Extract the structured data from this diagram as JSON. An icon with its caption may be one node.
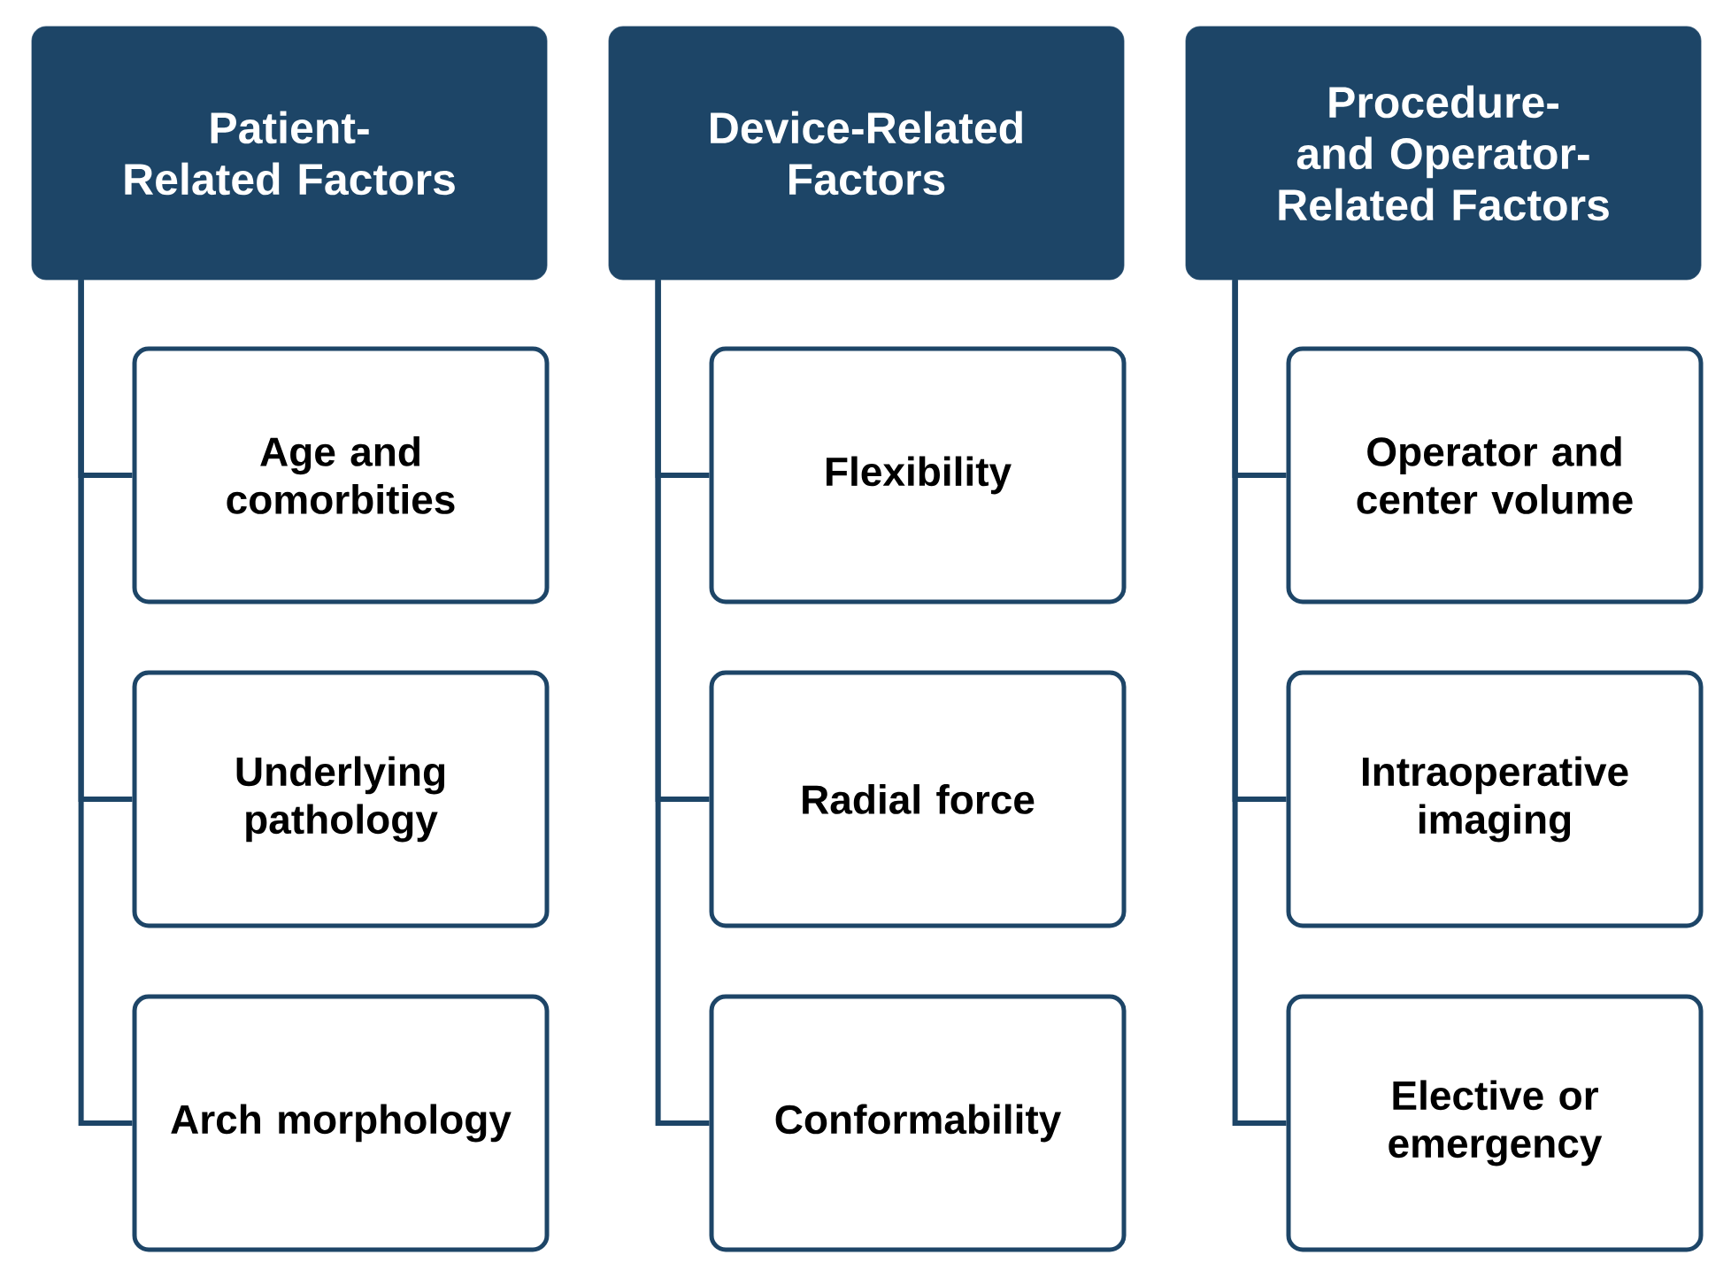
{
  "diagram": {
    "nodes": [
      {
        "text": [
          "Patient-Related Factors"
        ]
      },
      {
        "text": [
          "Age and comorbities"
        ]
      },
      {
        "text": [
          "Underlying pathology"
        ]
      },
      {
        "text": [
          "Arch morphology"
        ]
      },
      {
        "text": [
          "Device-Related Factors"
        ]
      },
      {
        "text": [
          "Flexibility"
        ]
      },
      {
        "text": [
          "Radial force"
        ]
      },
      {
        "text": [
          "Conformability"
        ]
      },
      {
        "text": [
          "Procedure- and Operator-Related Factors"
        ]
      },
      {
        "text": [
          "Operator and center volume"
        ]
      },
      {
        "text": [
          "Intraoperative imaging"
        ]
      },
      {
        "text": [
          "Elective or emergency"
        ]
      }
    ],
    "edges": [
      {
        "from": 0,
        "to": 1,
        "arrow": "none"
      },
      {
        "from": 0,
        "to": 2,
        "arrow": "none"
      },
      {
        "from": 0,
        "to": 3,
        "arrow": "none"
      },
      {
        "from": 4,
        "to": 5,
        "arrow": "none"
      },
      {
        "from": 4,
        "to": 6,
        "arrow": "none"
      },
      {
        "from": 4,
        "to": 7,
        "arrow": "none"
      },
      {
        "from": 8,
        "to": 9,
        "arrow": "none"
      },
      {
        "from": 8,
        "to": 10,
        "arrow": "none"
      },
      {
        "from": 8,
        "to": 11,
        "arrow": "none"
      }
    ]
  }
}
